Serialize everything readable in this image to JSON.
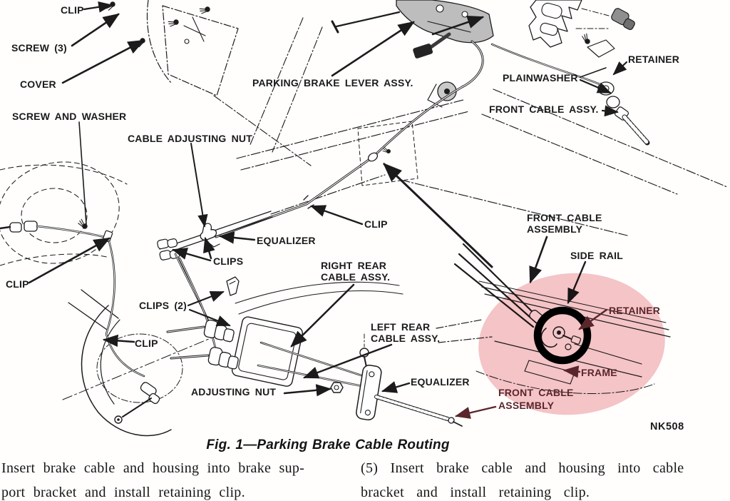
{
  "figure": {
    "caption": "Fig. 1—Parking Brake Cable Routing",
    "code": "NK508",
    "highlight": {
      "fill": "#f3bfc3",
      "ring": "#000000"
    },
    "labels": {
      "clip_top": "CLIP",
      "screw_3": "SCREW (3)",
      "cover": "COVER",
      "screw_and_washer": "SCREW AND WASHER",
      "cable_adjusting_nut": "CABLE ADJUSTING NUT",
      "parking_brake_lever_assy": "PARKING BRAKE LEVER ASSY.",
      "retainer_upper": "RETAINER",
      "plainwasher": "PLAINWASHER",
      "front_cable_assy": "FRONT CABLE ASSY.",
      "clip_floor": "CLIP",
      "equalizer_cross": "EQUALIZER",
      "clips_cross": "CLIPS",
      "clip_far_left": "CLIP",
      "clips_2": "CLIPS (2)",
      "right_rear_cable_line1": "RIGHT REAR",
      "right_rear_cable_line2": "CABLE ASSY.",
      "clip_axle": "CLIP",
      "left_rear_cable_line1": "LEFT REAR",
      "left_rear_cable_line2": "CABLE ASSY.",
      "adjusting_nut": "ADJUSTING NUT",
      "equalizer_rear": "EQUALIZER",
      "front_cable_assembly_upper_line1": "FRONT CABLE",
      "front_cable_assembly_upper_line2": "ASSEMBLY",
      "side_rail": "SIDE RAIL",
      "retainer_highlighted": "RETAINER",
      "frame": "FRAME",
      "front_cable_assembly_lower_line1": "FRONT CABLE",
      "front_cable_assembly_lower_line2": "ASSEMBLY"
    }
  },
  "text": {
    "left_column_line1": "Insert brake cable and housing into brake sup-",
    "left_column_line2_clipped": "port bracket and install retaining clip.",
    "right_column_line1": "(5) Insert brake cable and housing into cable",
    "right_column_line2_clipped": "bracket and install retaining clip."
  }
}
